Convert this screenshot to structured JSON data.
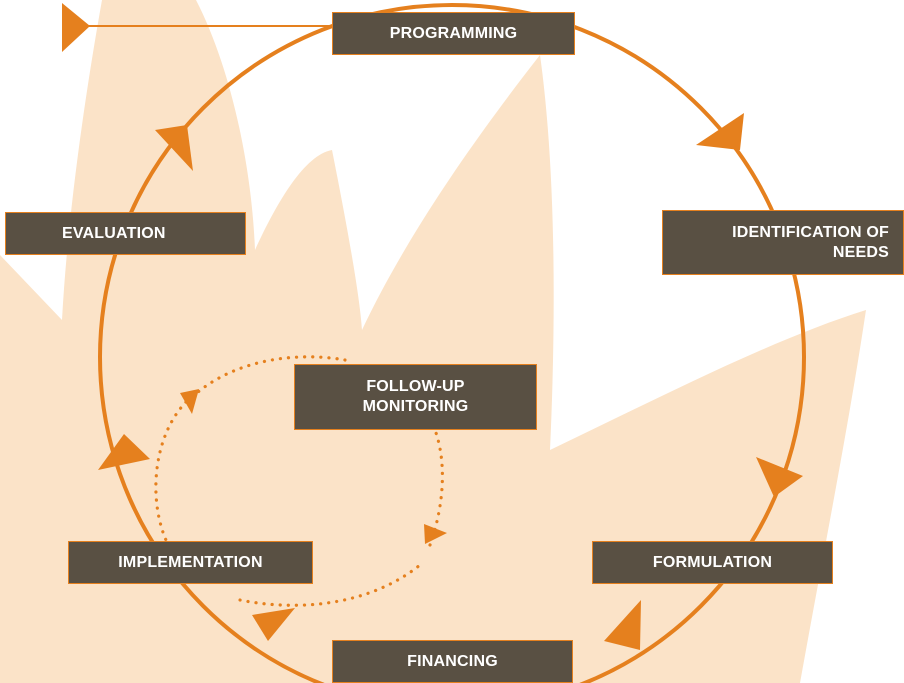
{
  "colors": {
    "background_shape": "#fbe3c8",
    "cycle": "#e5801e",
    "box_fill": "#595043",
    "box_border": "#e5801e",
    "box_text": "#ffffff"
  },
  "stages": {
    "programming": "PROGRAMMING",
    "identification": "IDENTIFICATION OF\nNEEDS",
    "formulation": "FORMULATION",
    "financing": "FINANCING",
    "implementation": "IMPLEMENTATION",
    "evaluation": "EVALUATION",
    "follow_up": "FOLLOW-UP\nMONITORING"
  }
}
